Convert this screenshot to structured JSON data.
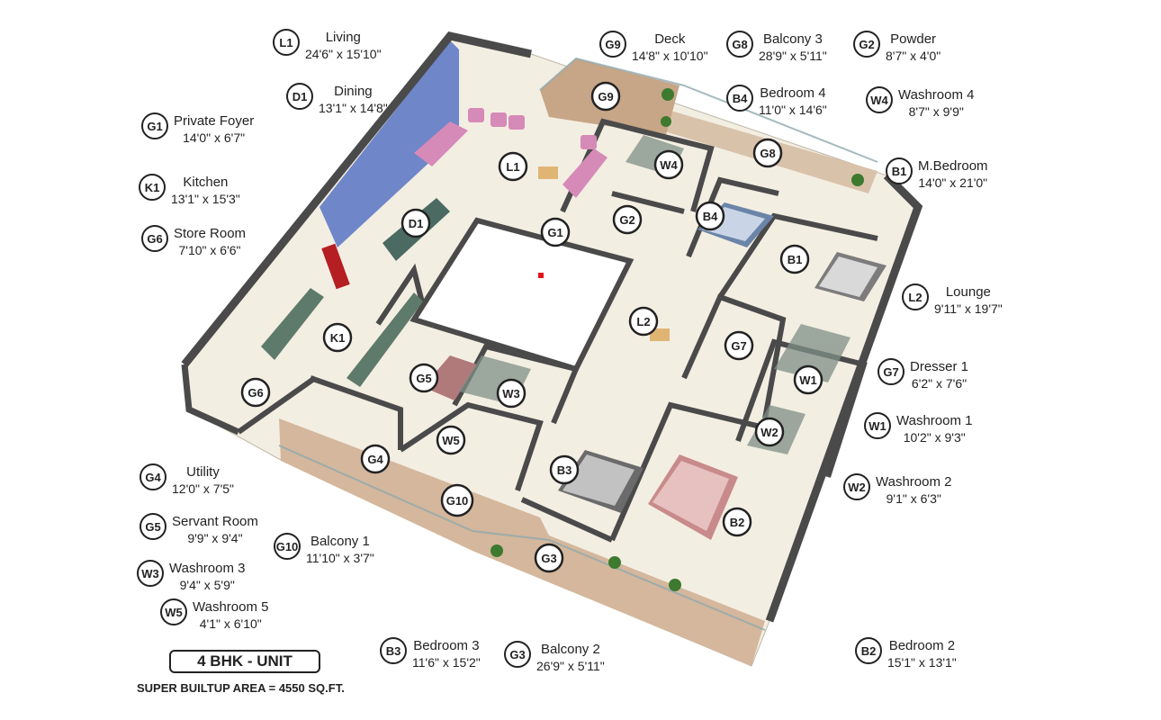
{
  "legend": [
    {
      "code": "L1",
      "name": "Living",
      "dim": "24'6\" x 15'10\""
    },
    {
      "code": "D1",
      "name": "Dining",
      "dim": "13'1\" x 14'8\""
    },
    {
      "code": "G1",
      "name": "Private Foyer",
      "dim": "14'0\" x 6'7\""
    },
    {
      "code": "K1",
      "name": "Kitchen",
      "dim": "13'1\" x 15'3\""
    },
    {
      "code": "G6",
      "name": "Store Room",
      "dim": "7'10\" x 6'6\""
    },
    {
      "code": "G9",
      "name": "Deck",
      "dim": "14'8\" x 10'10\""
    },
    {
      "code": "G8",
      "name": "Balcony 3",
      "dim": "28'9\" x 5'11\""
    },
    {
      "code": "G2",
      "name": "Powder",
      "dim": "8'7\" x 4'0\""
    },
    {
      "code": "B4",
      "name": "Bedroom 4",
      "dim": "11'0\" x 14'6\""
    },
    {
      "code": "W4",
      "name": "Washroom 4",
      "dim": "8'7\" x 9'9\""
    },
    {
      "code": "B1",
      "name": "M.Bedroom",
      "dim": "14'0\" x 21'0\""
    },
    {
      "code": "L2",
      "name": "Lounge",
      "dim": "9'11\" x 19'7\""
    },
    {
      "code": "G7",
      "name": "Dresser 1",
      "dim": "6'2\" x 7'6\""
    },
    {
      "code": "W1",
      "name": "Washroom 1",
      "dim": "10'2\" x 9'3\""
    },
    {
      "code": "W2",
      "name": "Washroom 2",
      "dim": "9'1\" x 6'3\""
    },
    {
      "code": "G4",
      "name": "Utility",
      "dim": "12'0\" x 7'5\""
    },
    {
      "code": "G5",
      "name": "Servant Room",
      "dim": "9'9\" x 9'4\""
    },
    {
      "code": "W3",
      "name": "Washroom 3",
      "dim": "9'4\" x 5'9\""
    },
    {
      "code": "W5",
      "name": "Washroom 5",
      "dim": "4'1\" x 6'10\""
    },
    {
      "code": "G10",
      "name": "Balcony 1",
      "dim": "11'10\" x 3'7\""
    },
    {
      "code": "B3",
      "name": "Bedroom 3",
      "dim": "11'6\" x 15'2\""
    },
    {
      "code": "G3",
      "name": "Balcony 2",
      "dim": "26'9\" x 5'11\""
    },
    {
      "code": "B2",
      "name": "Bedroom 2",
      "dim": "15'1\" x 13'1\""
    }
  ],
  "plan_markers": [
    "L1",
    "D1",
    "G1",
    "K1",
    "G6",
    "G9",
    "W4",
    "G8",
    "G2",
    "B4",
    "B1",
    "L2",
    "G7",
    "W1",
    "W2",
    "G5",
    "W3",
    "W5",
    "G4",
    "G10",
    "B3",
    "B2",
    "G3"
  ],
  "unit_label": "4 BHK - UNIT",
  "area_label": "SUPER BUILTUP AREA = 4550 SQ.FT.",
  "colors": {
    "floor": "#f3eee2",
    "wall": "#4a4a4a",
    "accent_wall": "#6f86c9",
    "balcony": "#d4b79c",
    "terrace": "#c7a587",
    "ink": "#222222"
  }
}
